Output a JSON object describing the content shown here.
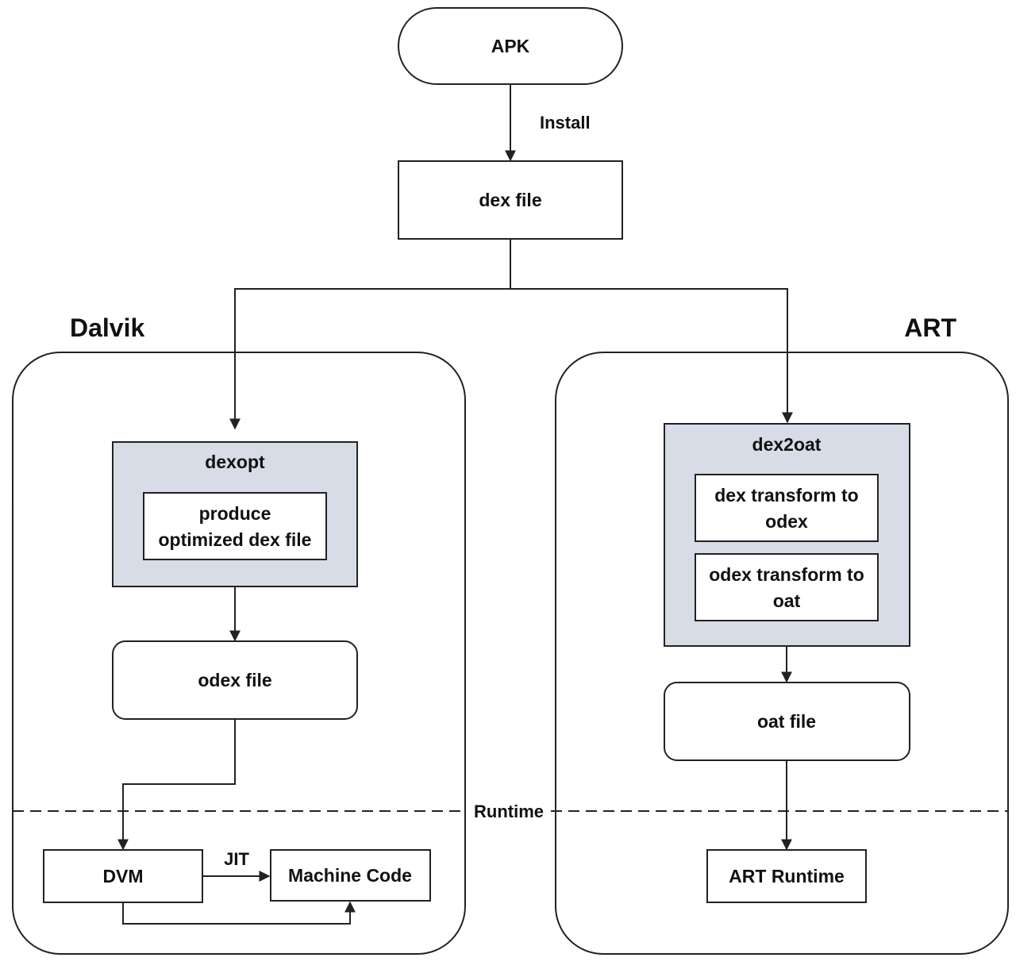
{
  "nodes": {
    "apk": "APK",
    "dex_file": "dex file",
    "dexopt": "dexopt",
    "produce_line1": "produce",
    "produce_line2": "optimized dex file",
    "odex_file": "odex file",
    "dvm": "DVM",
    "machine_code": "Machine Code",
    "dex2oat": "dex2oat",
    "dex_transform_line1": "dex transform to",
    "dex_transform_line2": "odex",
    "odex_transform_line1": "odex transform to",
    "odex_transform_line2": "oat",
    "oat_file": "oat file",
    "art_runtime": "ART Runtime"
  },
  "sections": {
    "dalvik": "Dalvik",
    "art": "ART"
  },
  "edges": {
    "install": "Install",
    "jit": "JIT",
    "runtime": "Runtime"
  },
  "colors": {
    "group_fill": "#d8dce6",
    "stroke": "#222222"
  }
}
